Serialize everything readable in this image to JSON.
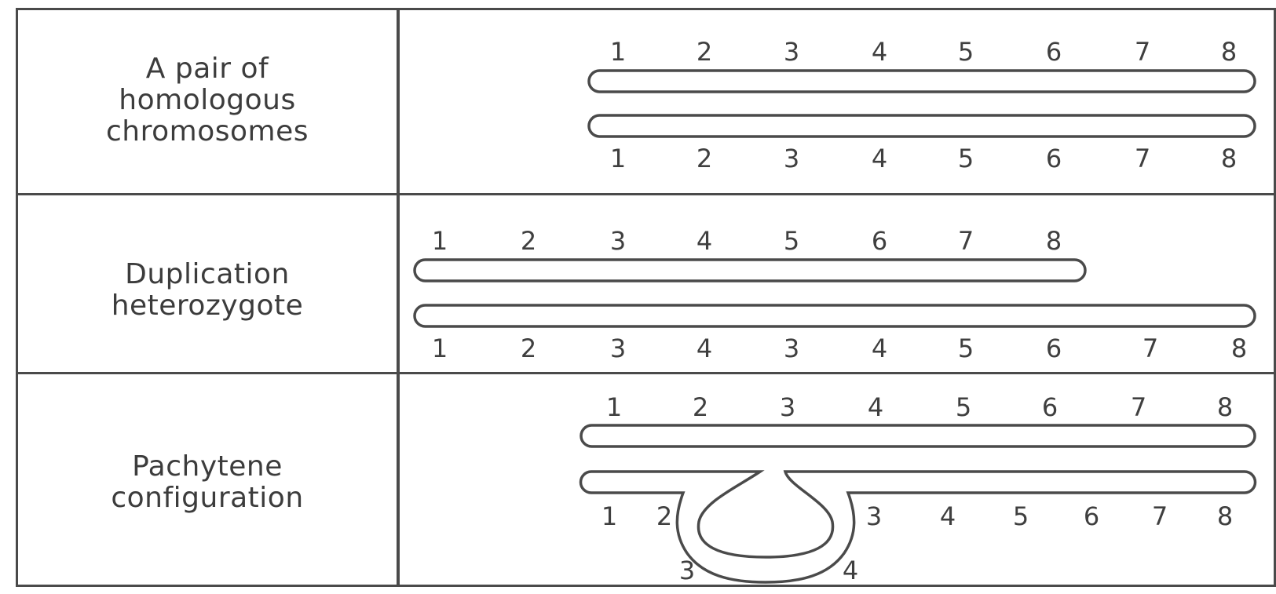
{
  "rows": [
    {
      "label": "A pair of homologous chromosomes",
      "top_numbers": [
        "1",
        "2",
        "3",
        "4",
        "5",
        "6",
        "7",
        "8"
      ],
      "bottom_numbers": [
        "1",
        "2",
        "3",
        "4",
        "5",
        "6",
        "7",
        "8"
      ]
    },
    {
      "label": "Duplication heterozygote",
      "top_numbers": [
        "1",
        "2",
        "3",
        "4",
        "5",
        "6",
        "7",
        "8"
      ],
      "bottom_numbers": [
        "1",
        "2",
        "3",
        "4",
        "3",
        "4",
        "5",
        "6",
        "7",
        "8"
      ]
    },
    {
      "label": "Pachytene configuration",
      "top_numbers": [
        "1",
        "2",
        "3",
        "4",
        "5",
        "6",
        "7",
        "8"
      ],
      "bottom_numbers": [
        "1",
        "2",
        "3",
        "4",
        "5",
        "6",
        "7",
        "8"
      ],
      "loop_numbers": [
        "3",
        "4"
      ]
    }
  ]
}
